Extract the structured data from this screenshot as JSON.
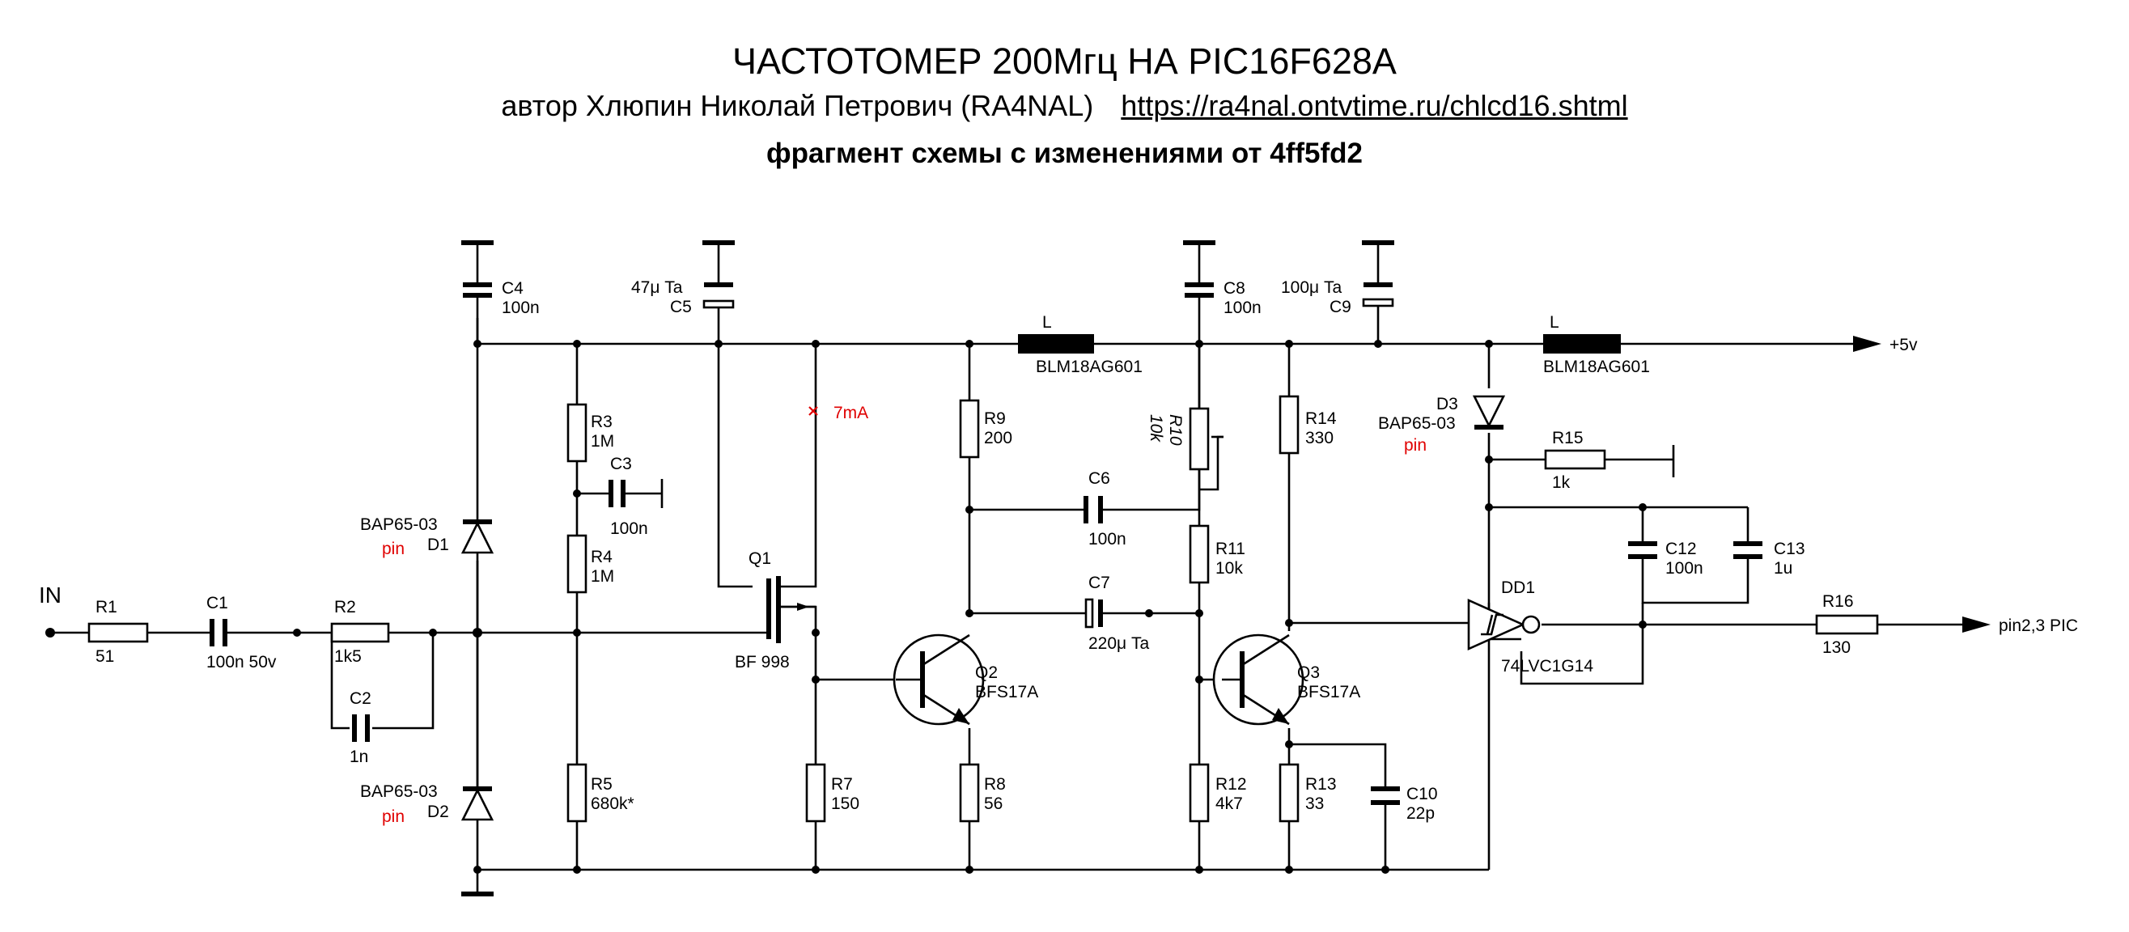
{
  "header": {
    "title": "ЧАСТОТОМЕР 200Мгц НА PIC16F628A",
    "author": "автор Хлюпин Николай Петрович (RA4NAL)",
    "link": "https://ra4nal.ontvtime.ru/chlcd16.shtml",
    "subtitle": "фрагмент схемы с изменениями от 4ff5fd2"
  },
  "labels": {
    "input": "IN",
    "supply": "+5v",
    "output": "pin2,3 PIC",
    "current_note": "7mA"
  },
  "components": {
    "R1": {
      "ref": "R1",
      "value": "51"
    },
    "C1": {
      "ref": "C1",
      "value": "100n 50v"
    },
    "R2": {
      "ref": "R2",
      "value": "1k5"
    },
    "C2": {
      "ref": "C2",
      "value": "1n"
    },
    "C4": {
      "ref": "C4",
      "value": "100n"
    },
    "D1": {
      "ref": "D1",
      "value": "BAP65-03",
      "note": "pin"
    },
    "D2": {
      "ref": "D2",
      "value": "BAP65-03",
      "note": "pin"
    },
    "R3": {
      "ref": "R3",
      "value": "1M"
    },
    "C3": {
      "ref": "C3",
      "value": "100n"
    },
    "R4": {
      "ref": "R4",
      "value": "1M"
    },
    "R5": {
      "ref": "R5",
      "value": "680k*"
    },
    "C5": {
      "ref": "C5",
      "value": "47μ Ta"
    },
    "Q1": {
      "ref": "Q1",
      "value": "BF 998"
    },
    "R7": {
      "ref": "R7",
      "value": "150"
    },
    "L1": {
      "ref": "L",
      "value": "BLM18AG601"
    },
    "R9": {
      "ref": "R9",
      "value": "200"
    },
    "Q2": {
      "ref": "Q2",
      "value": "BFS17A"
    },
    "R8": {
      "ref": "R8",
      "value": "56"
    },
    "C6": {
      "ref": "C6",
      "value": "100n"
    },
    "C7": {
      "ref": "C7",
      "value": "220μ Ta"
    },
    "C8": {
      "ref": "C8",
      "value": "100n"
    },
    "R10": {
      "ref": "R10",
      "value": "10k"
    },
    "R11": {
      "ref": "R11",
      "value": "10k"
    },
    "R12": {
      "ref": "R12",
      "value": "4k7"
    },
    "C9": {
      "ref": "C9",
      "value": "100μ Ta"
    },
    "R14": {
      "ref": "R14",
      "value": "330"
    },
    "Q3": {
      "ref": "Q3",
      "value": "BFS17A"
    },
    "R13": {
      "ref": "R13",
      "value": "33"
    },
    "C10": {
      "ref": "C10",
      "value": "22p"
    },
    "L2": {
      "ref": "L",
      "value": "BLM18AG601"
    },
    "D3": {
      "ref": "D3",
      "value": "BAP65-03",
      "note": "pin"
    },
    "R15": {
      "ref": "R15",
      "value": "1k"
    },
    "C12": {
      "ref": "C12",
      "value": "100n"
    },
    "C13": {
      "ref": "C13",
      "value": "1u"
    },
    "DD1": {
      "ref": "DD1",
      "value": "74LVC1G14"
    },
    "R16": {
      "ref": "R16",
      "value": "130"
    }
  }
}
